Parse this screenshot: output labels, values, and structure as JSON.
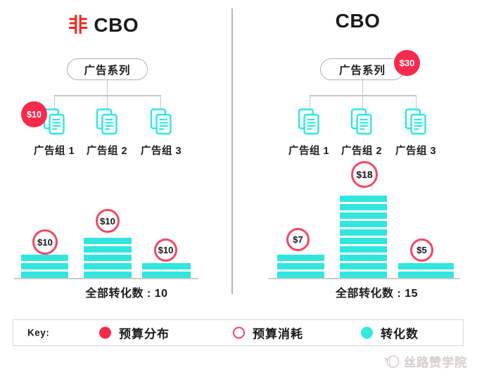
{
  "colors": {
    "accent_red": "#f72a4e",
    "title_red": "#e82c21",
    "spend_circle_outline": "#f04862",
    "conversion_cyan": "#31e6de",
    "icon_cyan": "#2ee6e6",
    "connector_gray": "#c6c6c6"
  },
  "panels": [
    {
      "title_prefix": "非",
      "title_main": "CBO",
      "campaign_label": "广告系列",
      "budget_badge": "$10",
      "adgroups": [
        {
          "label": "广告组 1"
        },
        {
          "label": "广告组 2"
        },
        {
          "label": "广告组 3"
        }
      ],
      "spends": [
        "$10",
        "$10",
        "$10"
      ],
      "conversions": [
        3,
        5,
        2
      ],
      "total_text": "全部转化数 : 10"
    },
    {
      "title_prefix": "",
      "title_main": "CBO",
      "campaign_label": "广告系列",
      "budget_badge": "$30",
      "adgroups": [
        {
          "label": "广告组 1"
        },
        {
          "label": "广告组 2"
        },
        {
          "label": "广告组 3"
        }
      ],
      "spends": [
        "$7",
        "$18",
        "$5"
      ],
      "conversions": [
        3,
        10,
        2
      ],
      "total_text": "全部转化数 : 15"
    }
  ],
  "legend": {
    "key_label": "Key:",
    "items": [
      {
        "label": "预算分布",
        "swatch": "filled-red"
      },
      {
        "label": "预算消耗",
        "swatch": "outline-red"
      },
      {
        "label": "转化数",
        "swatch": "filled-cyan"
      }
    ]
  },
  "watermark_text": "丝路赞学院",
  "chart_data": [
    {
      "type": "bar",
      "title": "非 CBO",
      "categories": [
        "广告组 1",
        "广告组 2",
        "广告组 3"
      ],
      "series": [
        {
          "name": "预算消耗",
          "values": [
            "$10",
            "$10",
            "$10"
          ]
        },
        {
          "name": "转化数",
          "values": [
            3,
            5,
            2
          ]
        }
      ],
      "budget_badge": "$10",
      "total_label": "全部转化数",
      "total": 10,
      "legend_position": "bottom"
    },
    {
      "type": "bar",
      "title": "CBO",
      "categories": [
        "广告组 1",
        "广告组 2",
        "广告组 3"
      ],
      "series": [
        {
          "name": "预算消耗",
          "values": [
            "$7",
            "$18",
            "$5"
          ]
        },
        {
          "name": "转化数",
          "values": [
            3,
            10,
            2
          ]
        }
      ],
      "budget_badge": "$30",
      "total_label": "全部转化数",
      "total": 15,
      "legend_position": "bottom"
    }
  ]
}
